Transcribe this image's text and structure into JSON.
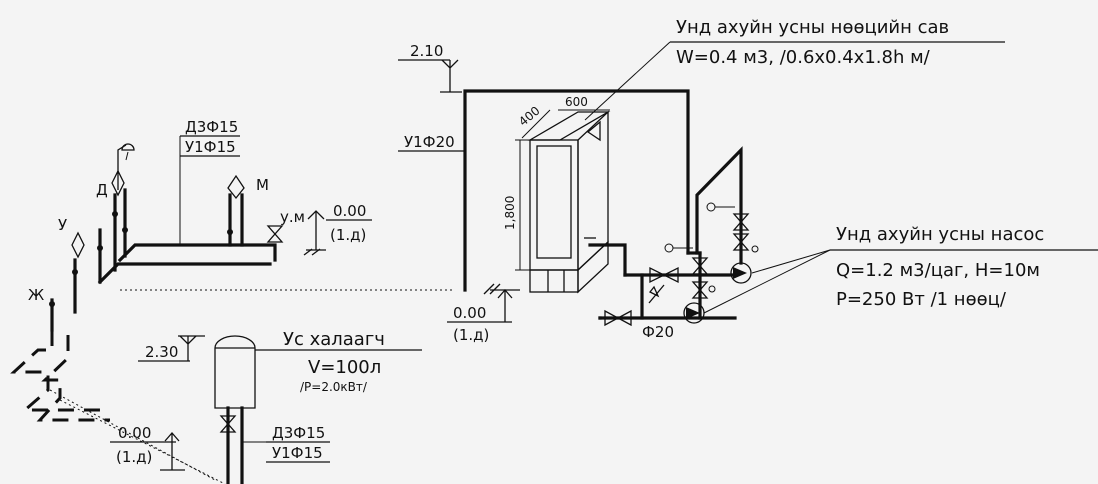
{
  "tank": {
    "title": "Унд ахуйн усны нөөцийн сав",
    "spec": "W=0.4 м3, /0.6x0.4x1.8h м/",
    "width_label": "600",
    "depth_label": "400",
    "height_label": "1,800"
  },
  "pump": {
    "title": "Унд ахуйн усны насос",
    "spec_line1": "Q=1.2 м3/цаг, H=10м",
    "spec_line2": "P=250 Вт   /1 нөөц/"
  },
  "heater": {
    "title": "Ус халаагч",
    "volume": "V=100л",
    "power": "/P=2.0кВт/"
  },
  "levels": {
    "top": "2.10",
    "heater": "2.30",
    "floor_main": "0.00",
    "floor_main_sub": "(1.д)",
    "floor_mid": "0.00",
    "floor_mid_sub": "(1.д)",
    "floor_bottom": "0.00",
    "floor_bottom_sub": "(1.д)"
  },
  "pipes": {
    "hot_top": "Д3Ф15",
    "cold_top": "У1Ф15",
    "riser": "У1Ф20",
    "pump_line": "Ф20",
    "hot_bottom": "Д3Ф15",
    "cold_bottom": "У1Ф15"
  },
  "fixtures": {
    "kitchen": "Ж",
    "washbasin": "У",
    "shower": "Д",
    "wm": "М",
    "tap": "у.м"
  }
}
